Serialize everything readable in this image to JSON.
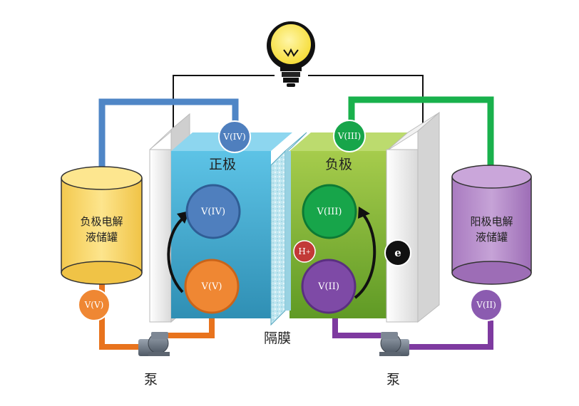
{
  "labels": {
    "positive_electrode": "正极",
    "negative_electrode": "负极",
    "membrane": "隔膜",
    "pump_left": "泵",
    "pump_right": "泵"
  },
  "tanks": {
    "left_line1": "负极电解",
    "left_line2": "液储罐",
    "right_line1": "阳极电解",
    "right_line2": "液储罐"
  },
  "ions": {
    "v4_top": "V(IV)",
    "v3_top": "V(III)",
    "v4_cell": "V(IV)",
    "v5_cell": "V(V)",
    "v3_cell": "V(III)",
    "v2_cell": "V(II)",
    "v5_tank": "V(V)",
    "v2_tank": "V(II)",
    "h_plus": "H",
    "h_plus_sup": "+",
    "electron": "e"
  },
  "colors": {
    "blue_pipe": "#4f86c6",
    "green_pipe": "#19b14c",
    "orange_pipe": "#e8731d",
    "purple_pipe": "#7e3aa0",
    "left_electrolyte": "#3aa8cf",
    "right_electrolyte": "#86b833",
    "left_tank": "#f9dc6f",
    "right_tank": "#b98fcc"
  }
}
